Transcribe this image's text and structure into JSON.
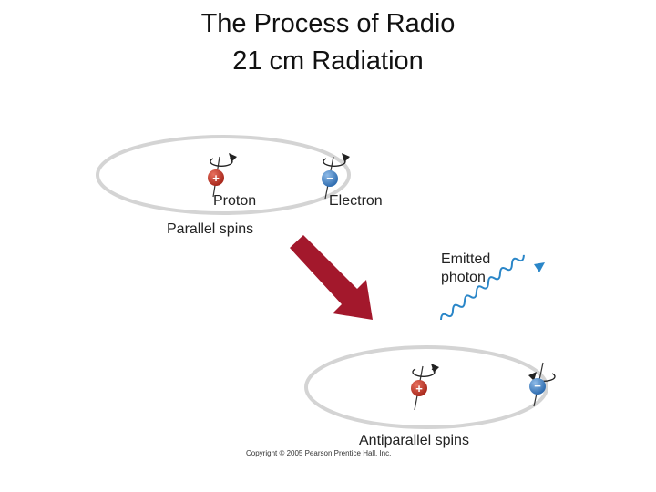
{
  "title": {
    "line1": "The Process of Radio",
    "line2": "21 cm Radiation"
  },
  "diagram": {
    "top_state": {
      "proton_label": "Proton",
      "electron_label": "Electron",
      "caption": "Parallel spins",
      "proton_sign": "+",
      "electron_sign": "−"
    },
    "photon_label_line1": "Emitted",
    "photon_label_line2": "photon",
    "bottom_state": {
      "caption": "Antiparallel spins",
      "proton_sign": "+",
      "electron_sign": "−"
    },
    "copyright": "Copyright © 2005 Pearson Prentice Hall, Inc."
  },
  "colors": {
    "proton": "#c0392b",
    "electron": "#3f7fc4",
    "arrow": "#a3182c",
    "photon": "#2a86c8",
    "orbit": "#d4d4d4"
  }
}
